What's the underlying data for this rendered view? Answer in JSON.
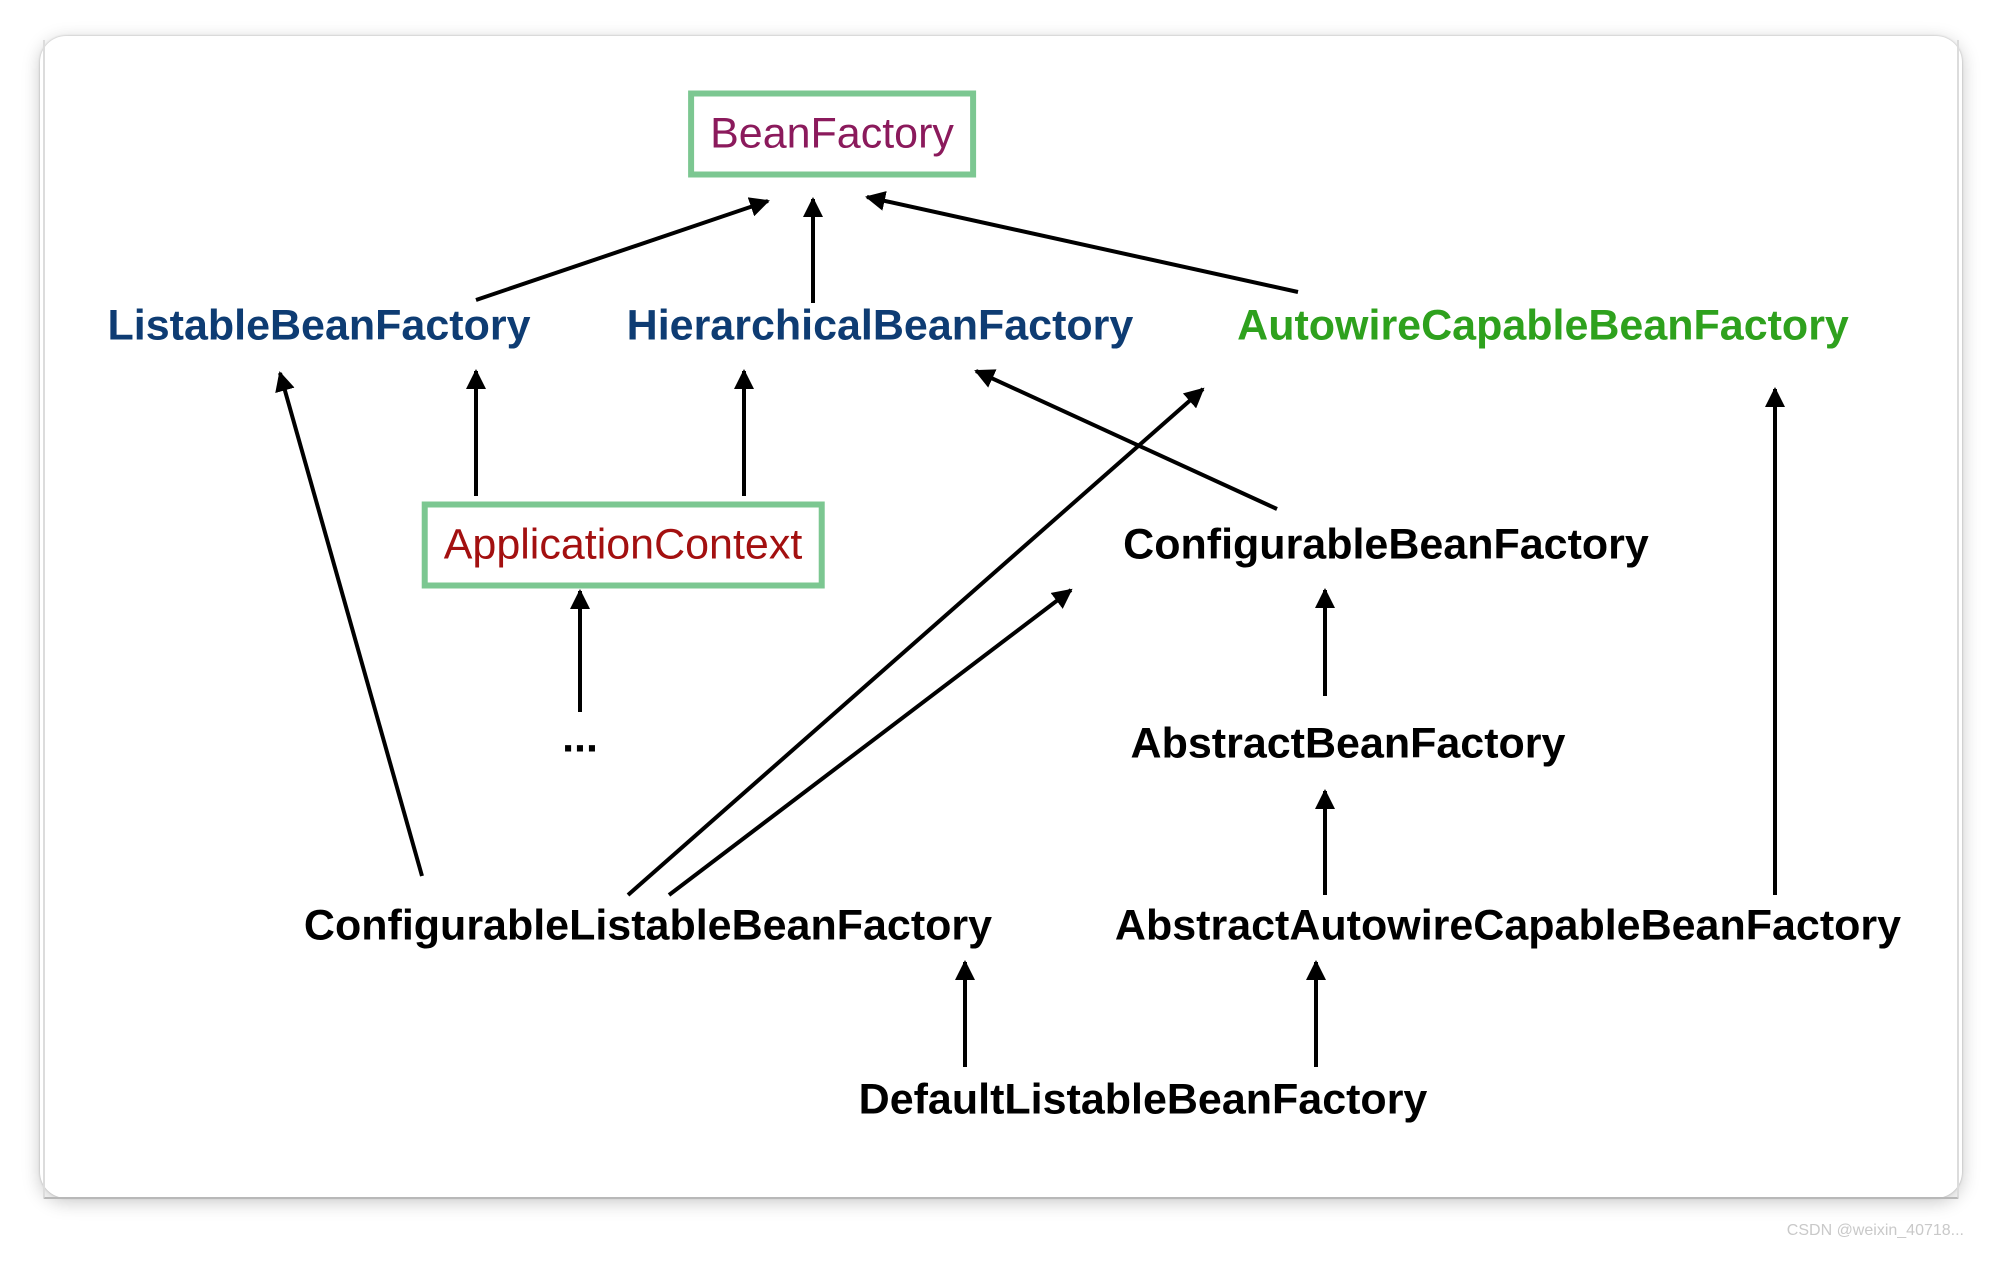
{
  "nodes": {
    "bean_factory": "BeanFactory",
    "listable_bean_factory": "ListableBeanFactory",
    "hierarchical_bean_factory": "HierarchicalBeanFactory",
    "autowire_capable_bean_factory": "AutowireCapableBeanFactory",
    "application_context": "ApplicationContext",
    "configurable_bean_factory": "ConfigurableBeanFactory",
    "ellipsis": "...",
    "abstract_bean_factory": "AbstractBeanFactory",
    "configurable_listable_bean_factory": "ConfigurableListableBeanFactory",
    "abstract_autowire_capable_bean_factory": "AbstractAutowireCapableBeanFactory",
    "default_listable_bean_factory": "DefaultListableBeanFactory"
  },
  "colors": {
    "bean_factory": "#8b1a5c",
    "interface_blue": "#0e3c73",
    "autowire_green": "#2ea11d",
    "application_context": "#a31010",
    "class_black": "#000000",
    "box_border": "#7cc791"
  },
  "watermark": "CSDN @weixin_40718..."
}
